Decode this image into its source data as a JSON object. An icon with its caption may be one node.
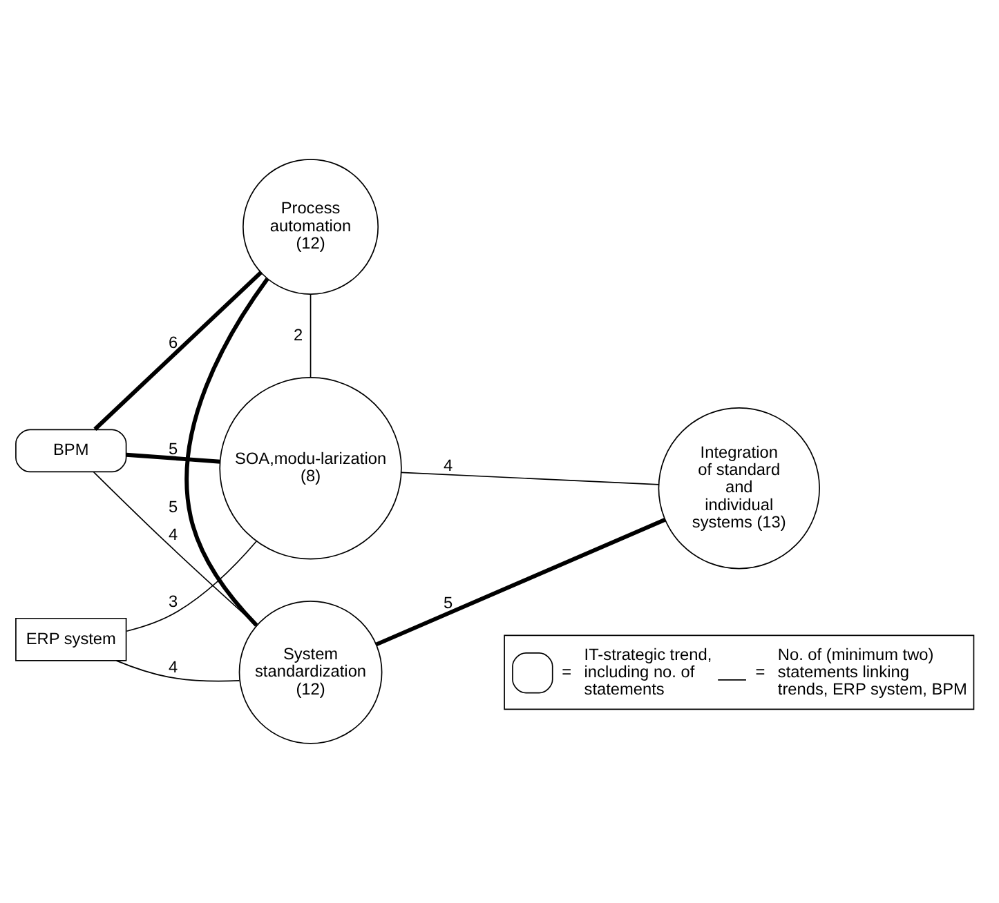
{
  "diagram": {
    "nodes": [
      {
        "text": [
          "BPM"
        ]
      },
      {
        "text": [
          "ERP system"
        ]
      },
      {
        "text": [
          "Process automation (12)"
        ]
      },
      {
        "text": [
          "SOA,modu-larization (8)"
        ]
      },
      {
        "text": [
          "Integration of standard and individual systems (13)"
        ]
      },
      {
        "text": [
          "System standardization (12)"
        ]
      }
    ],
    "edges": [
      {
        "from": 0,
        "to": 2,
        "arrow": "none",
        "label": "6",
        "style": "thick"
      },
      {
        "from": 0,
        "to": 3,
        "arrow": "none",
        "label": "5",
        "style": "thick"
      },
      {
        "from": 0,
        "to": 5,
        "arrow": "none",
        "label": "4"
      },
      {
        "from": 1,
        "to": 3,
        "arrow": "none",
        "label": "3"
      },
      {
        "from": 1,
        "to": 5,
        "arrow": "none",
        "label": "4"
      },
      {
        "from": 2,
        "to": 3,
        "arrow": "none",
        "label": "2"
      },
      {
        "from": 3,
        "to": 4,
        "arrow": "none",
        "label": "4"
      },
      {
        "from": 5,
        "to": 4,
        "arrow": "none",
        "label": "5",
        "style": "thick"
      },
      {
        "from": 2,
        "to": 5,
        "arrow": "none",
        "label": "5",
        "style": "thick"
      }
    ],
    "labels": [
      "=",
      "="
    ],
    "legend": [
      {
        "text": "IT-strategic trend, including no. of statements"
      },
      {
        "text": "No. of (minimum two) statements linking trends, ERP system, BPM"
      }
    ]
  }
}
